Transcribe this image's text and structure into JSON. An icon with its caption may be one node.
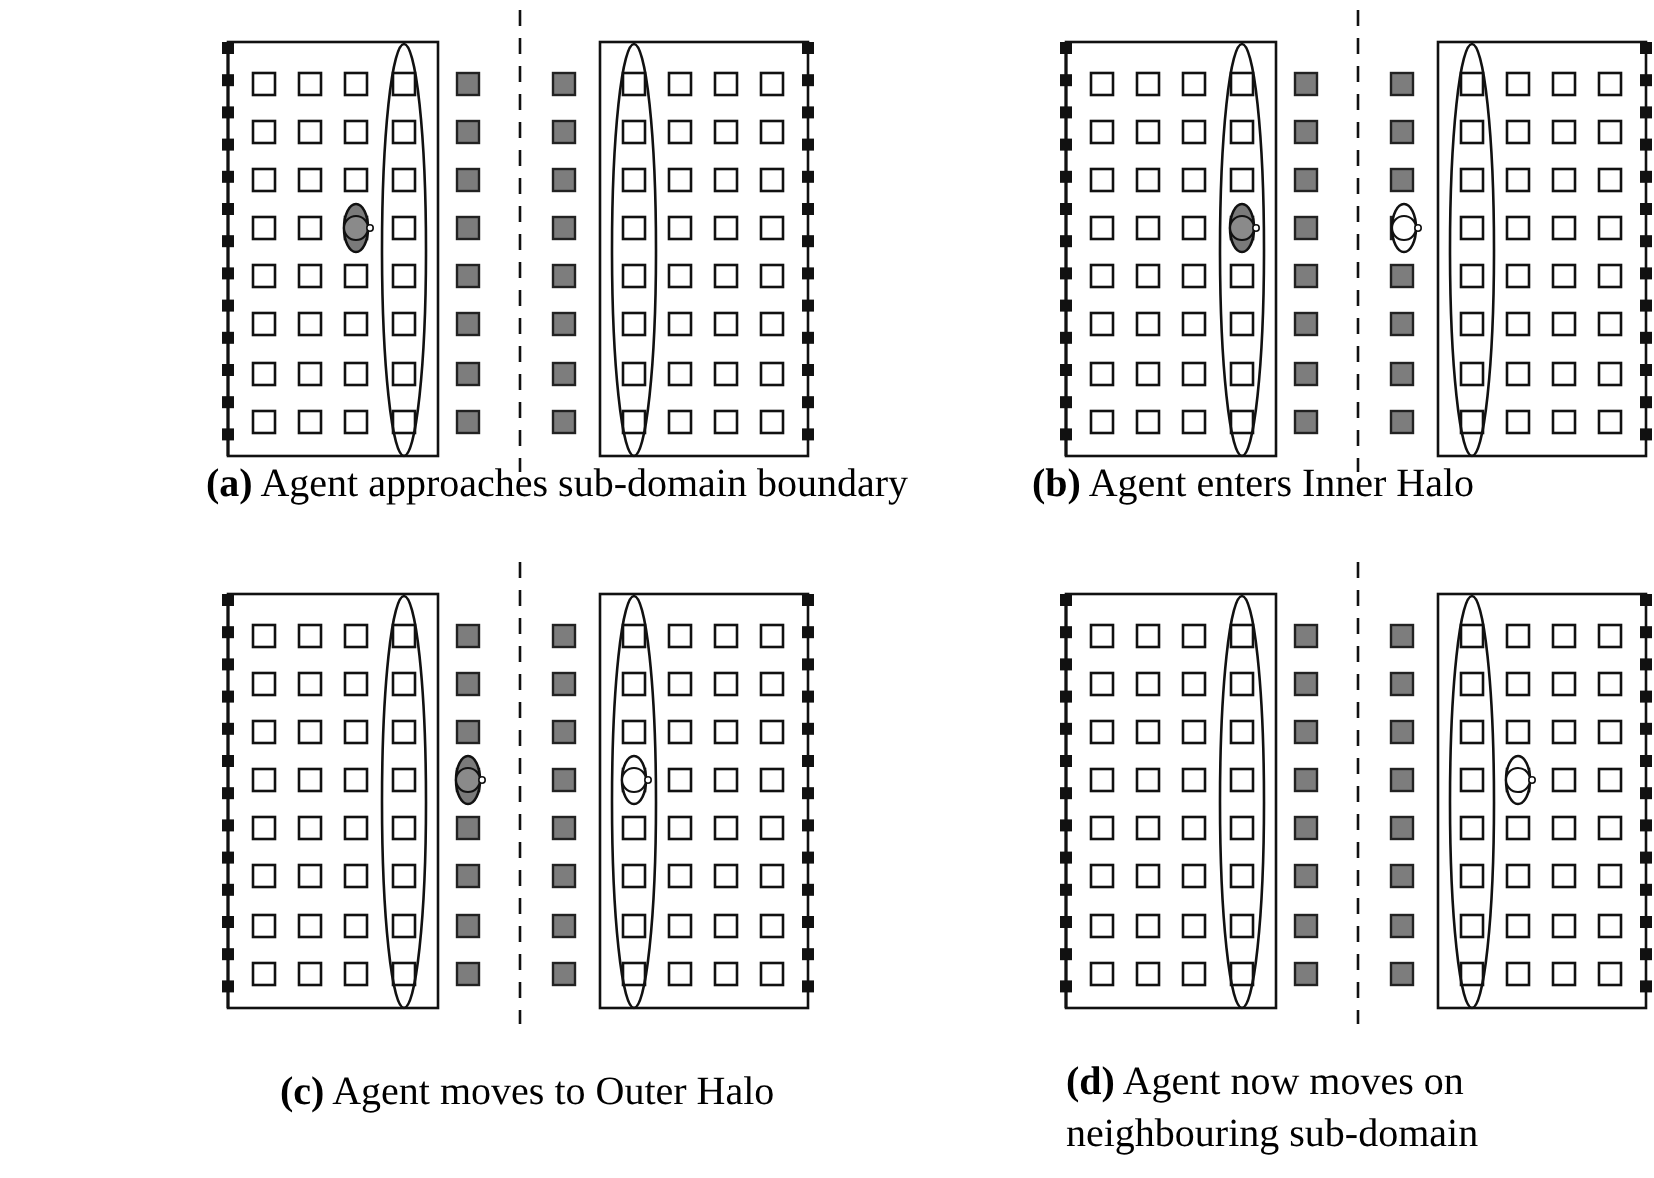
{
  "diagram": {
    "labels": [
      "**(a)** Agent approaches sub-domain boundary",
      "**(b)** Agent enters Inner Halo",
      "**(c)** Agent moves to Outer Halo",
      "**(d)** Agent now moves on neighbouring sub-domain"
    ]
  }
}
